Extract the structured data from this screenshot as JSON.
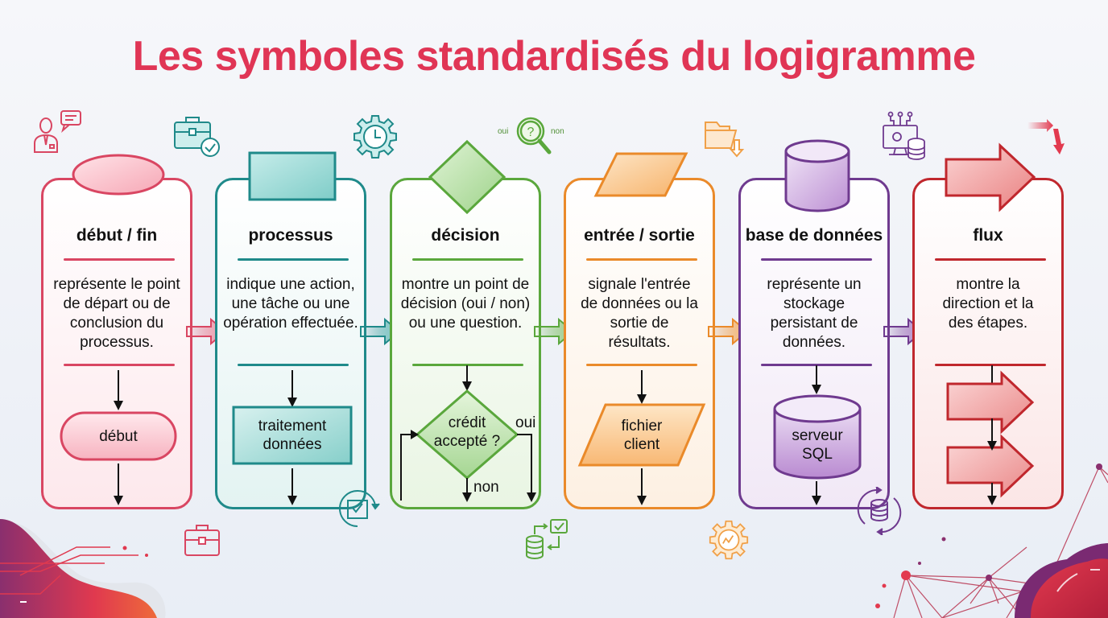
{
  "title": "Les symboles standardisés du logigramme",
  "colors": {
    "title": "#e03555",
    "card_1": "#d94662",
    "card_2": "#1f8a8a",
    "card_3": "#5aa73c",
    "card_4": "#ea8a2a",
    "card_5": "#6f3a8f",
    "card_6": "#c0272d"
  },
  "cards": [
    {
      "heading": "début / fin",
      "description": "représente le point de départ ou de conclusion du processus.",
      "symbol": "ellipse",
      "example": "début",
      "icons": [
        "person-speech-icon",
        "briefcase-icon"
      ]
    },
    {
      "heading": "processus",
      "description": "indique une action, une tâche ou une opération effectuée.",
      "symbol": "rectangle",
      "example": "traitement données",
      "icons": [
        "briefcase-check-icon",
        "gear-clock-icon",
        "cycle-checklist-icon"
      ]
    },
    {
      "heading": "décision",
      "description": "montre un point de décision (oui / non) ou une question.",
      "symbol": "diamond",
      "example": "crédit accepté ?",
      "branch_yes": "oui",
      "branch_no": "non",
      "icon_labels": {
        "yes": "oui",
        "no": "non"
      },
      "icons": [
        "magnifier-question-icon",
        "database-sync-icon"
      ]
    },
    {
      "heading": "entrée / sortie",
      "description": "signale l'entrée de données ou la sortie de résultats.",
      "symbol": "parallelogram",
      "example": "fichier client",
      "icons": [
        "folder-download-icon",
        "gear-chart-icon"
      ]
    },
    {
      "heading": "base de données",
      "description": "représente un stockage persistant de données.",
      "symbol": "cylinder",
      "example": "serveur SQL",
      "icons": [
        "computer-database-icon",
        "database-refresh-icon"
      ]
    },
    {
      "heading": "flux",
      "description": "montre la direction et la des étapes.",
      "symbol": "arrow",
      "example": "",
      "icons": [
        "direction-arrows-icon"
      ]
    }
  ]
}
